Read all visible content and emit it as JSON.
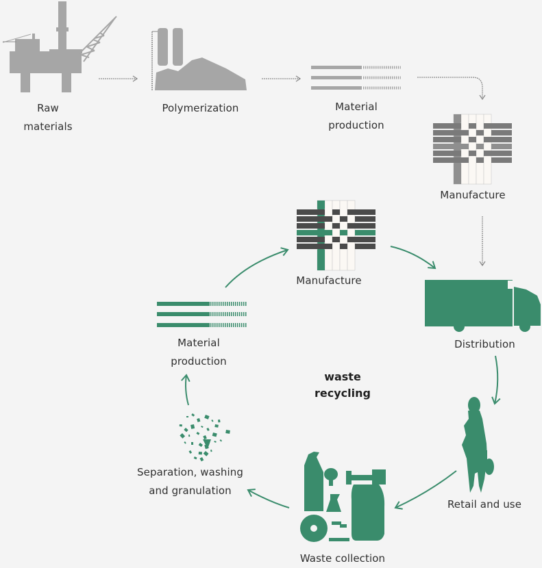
{
  "title": "waste recycling",
  "center_title": {
    "line1": "waste",
    "line2": "recycling"
  },
  "colors": {
    "gray": "#a6a6a6",
    "dark_gray": "#5a5a5a",
    "green": "#3a8c6c",
    "background": "#f4f4f4"
  },
  "linear_chain": [
    {
      "id": "raw-materials",
      "icon": "oil-rig-icon",
      "label_line1": "Raw",
      "label_line2": "materials"
    },
    {
      "id": "polymerization",
      "icon": "silo-pile-icon",
      "label_line1": "Polymerization",
      "label_line2": ""
    },
    {
      "id": "material-production-gray",
      "icon": "fiber-strands-icon",
      "label_line1": "Material",
      "label_line2": "production"
    },
    {
      "id": "manufacture-gray",
      "icon": "woven-fabric-icon",
      "label_line1": "Manufacture",
      "label_line2": ""
    }
  ],
  "cycle": [
    {
      "id": "distribution",
      "icon": "truck-icon",
      "label_line1": "Distribution",
      "label_line2": ""
    },
    {
      "id": "retail-and-use",
      "icon": "shopper-icon",
      "label_line1": "Retail and use",
      "label_line2": ""
    },
    {
      "id": "waste-collection",
      "icon": "plastic-waste-icon",
      "label_line1": "Waste collection",
      "label_line2": ""
    },
    {
      "id": "separation",
      "icon": "granules-icon",
      "label_line1": "Separation, washing",
      "label_line2": "and granulation"
    },
    {
      "id": "material-production-green",
      "icon": "fiber-strands-icon",
      "label_line1": "Material",
      "label_line2": "production"
    },
    {
      "id": "manufacture-green",
      "icon": "woven-fabric-icon",
      "label_line1": "Manufacture",
      "label_line2": ""
    }
  ]
}
